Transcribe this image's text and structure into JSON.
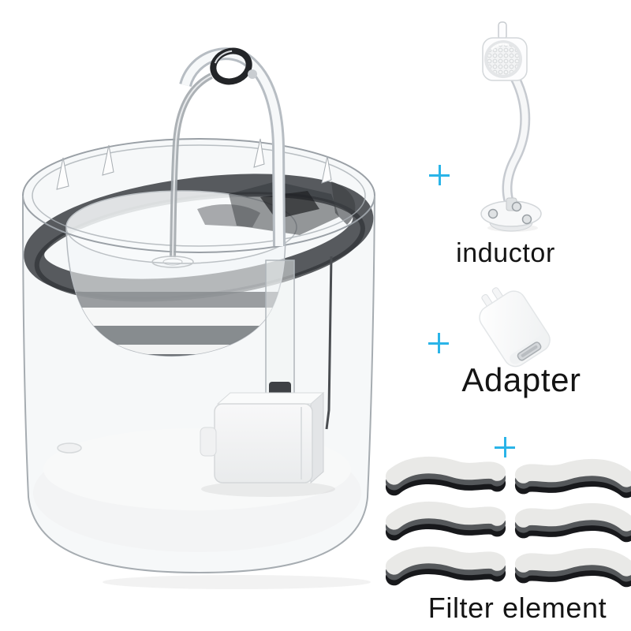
{
  "page": {
    "background": "#ffffff",
    "description": "pet water fountain kit product collage"
  },
  "colors": {
    "accent_plus": "#2ab4e8",
    "label_text": "#141414",
    "filter_white": "#e9e9e7",
    "filter_mid": "#55585b",
    "filter_black": "#17181b"
  },
  "plus_sign": "+",
  "items": {
    "fountain": {
      "name": "transparent cat water fountain with faucet spout and pump"
    },
    "inductor": {
      "label": "inductor"
    },
    "adapter": {
      "label": "Adapter"
    },
    "filter": {
      "label": "Filter element",
      "piece_count": 6
    }
  }
}
